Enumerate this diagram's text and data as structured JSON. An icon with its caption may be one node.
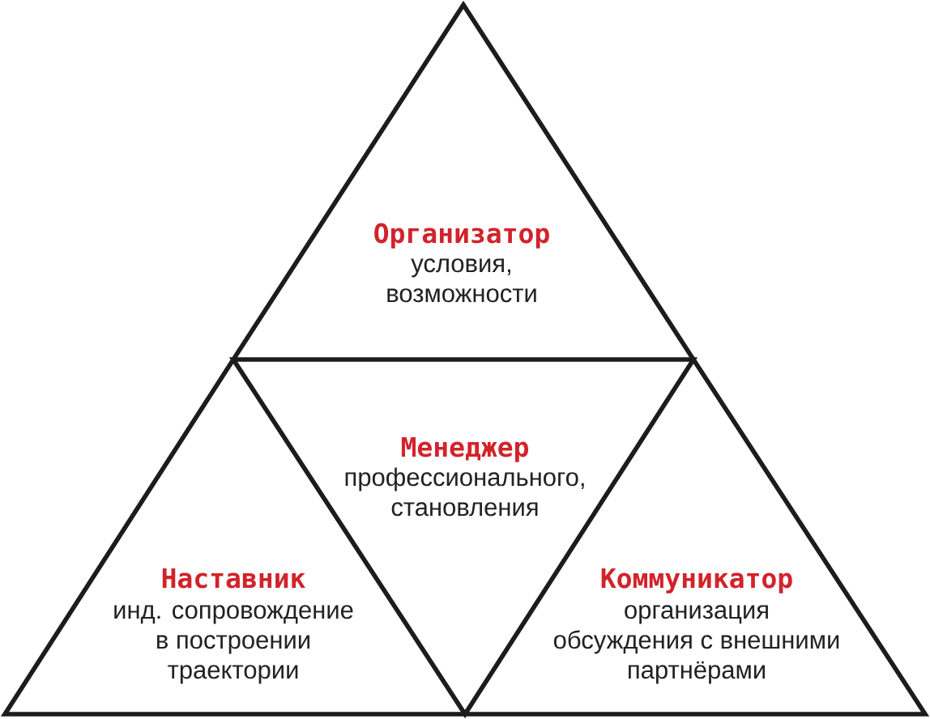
{
  "diagram": {
    "nodes": [
      {
        "text": [
          "Организатор",
          "условия, возможности"
        ]
      },
      {
        "text": [
          "Менеджер",
          "профессионального, становления"
        ]
      },
      {
        "text": [
          "Наставник",
          "инд. сопровождение в построении траектории"
        ]
      },
      {
        "text": [
          "Коммуникатор",
          "организация обсуждения с внешними партнёрами"
        ]
      }
    ]
  }
}
